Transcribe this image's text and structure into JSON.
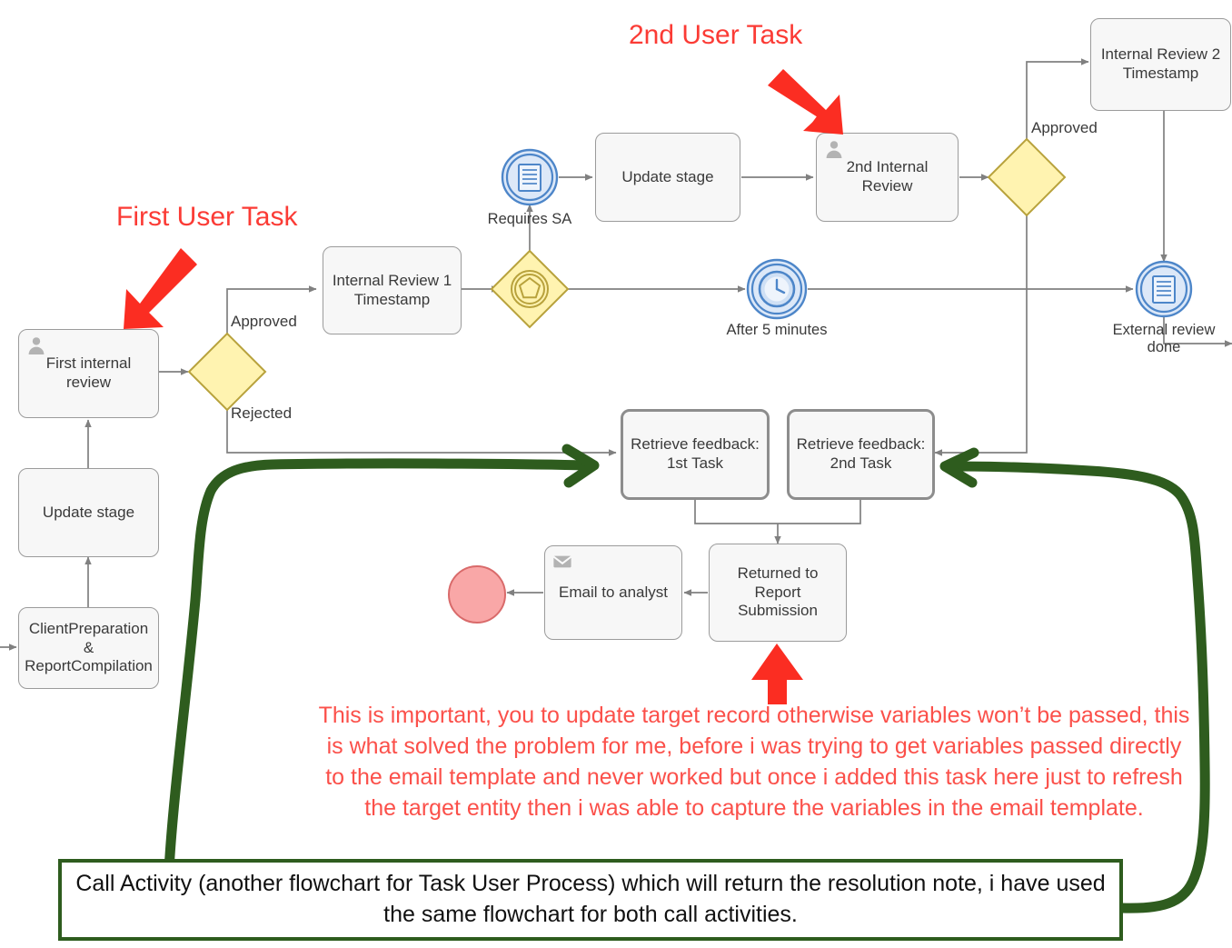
{
  "diagram": {
    "type": "bpmn-flowchart",
    "title": "Task User Process review flow"
  },
  "nodes": {
    "client_prep": "ClientPreparation & ReportCompilation",
    "update_stage_left": "Update stage",
    "first_internal_review": "First internal review",
    "internal_review_1_timestamp": "Internal Review 1 Timestamp",
    "update_stage_top": "Update stage",
    "second_internal_review": "2nd Internal Review",
    "internal_review_2_timestamp": "Internal Review 2 Timestamp",
    "retrieve_feedback_1": "Retrieve feedback: 1st Task",
    "retrieve_feedback_2": "Retrieve feedback: 2nd Task",
    "returned_to_report_submission": "Returned to Report Submission",
    "email_to_analyst": "Email to analyst"
  },
  "events": {
    "requires_sa": "Requires SA",
    "after_5_minutes": "After 5 minutes",
    "external_review_done": "External review done"
  },
  "flow_labels": {
    "approved_1": "Approved",
    "rejected_1": "Rejected",
    "approved_2": "Approved"
  },
  "annotations": {
    "first_user_task": "First User Task",
    "second_user_task": "2nd User Task",
    "important_note": "This is important, you to update target record otherwise variables won’t be passed, this is what solved the problem for me, before i was trying to get variables passed directly to the email template and never worked but once i added this task here just to refresh the target entity then i was able to capture the variables in the email template.",
    "call_activity_note": "Call Activity (another flowchart for Task User Process) which will return the resolution note, i have used the same flowchart for both call activities."
  },
  "colors": {
    "task_fill": "#f7f7f7",
    "task_stroke": "#9b9b9b",
    "gateway_fill": "#fff3b0",
    "gateway_stroke": "#b8a23c",
    "event_fill": "#dce8f8",
    "event_stroke": "#4d86c9",
    "end_event_fill": "#f9a7a7",
    "end_event_stroke": "#d96a6a",
    "annotation_red": "#fb3b35",
    "annotation_green": "#2e5c1e",
    "flow_stroke": "#808080"
  }
}
